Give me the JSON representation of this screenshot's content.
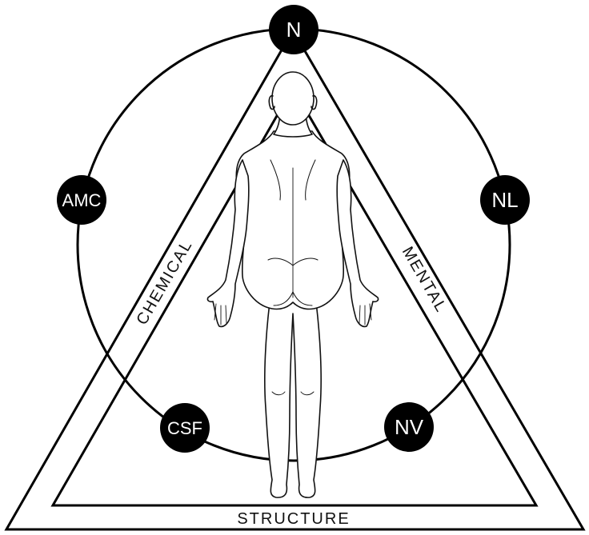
{
  "colors": {
    "stroke": "#000000",
    "node_fill": "#000000",
    "node_text": "#ffffff",
    "background": "#ffffff"
  },
  "sides": {
    "chemical": "CHEMICAL",
    "mental": "MENTAL",
    "structure": "STRUCTURE"
  },
  "nodes": {
    "top": "N",
    "left": "AMC",
    "right": "NL",
    "bottom_left": "CSF",
    "bottom_right": "NV"
  },
  "figure": {
    "icon": "human-body-back-view-icon"
  }
}
